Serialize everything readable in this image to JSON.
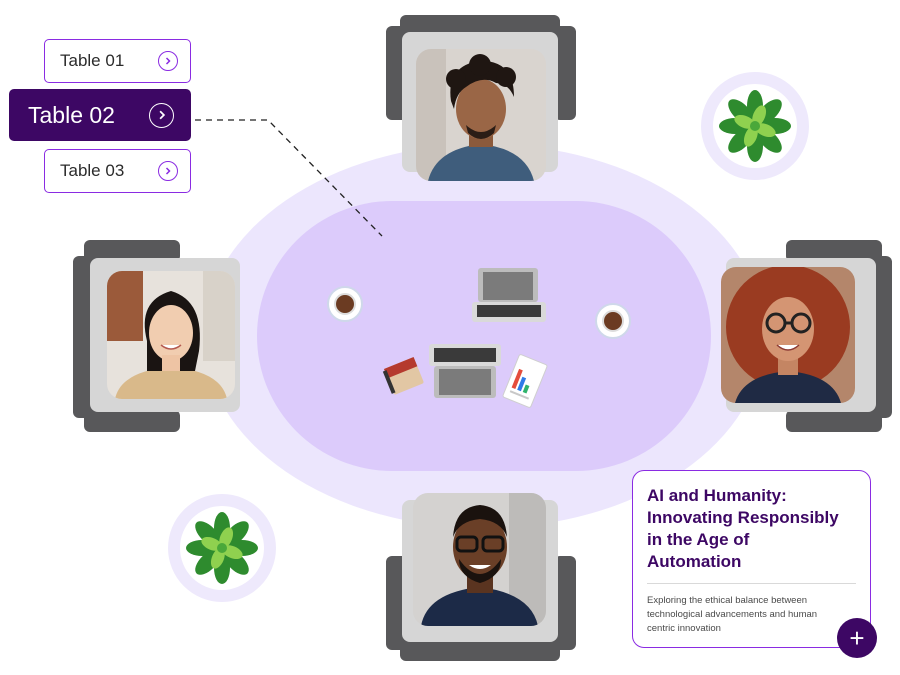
{
  "tables": [
    {
      "label": "Table 01",
      "active": false
    },
    {
      "label": "Table 02",
      "active": true
    },
    {
      "label": "Table 03",
      "active": false
    }
  ],
  "card": {
    "title": "AI and Humanity: Innovating Responsibly in the Age of Automation",
    "description": "Exploring the ethical balance between technological advancements and human centric innovation",
    "add_label": "+"
  },
  "colors": {
    "accent": "#8a2be2",
    "dark_purple": "#3d0764",
    "table_outer": "#ebe4fd",
    "table_inner": "#dccbfb",
    "chair": "#58585a",
    "chair_seat": "#d6d6d6"
  },
  "icons": [
    "chevron-right-icon",
    "plus-icon",
    "plant-icon",
    "coffee-cup-icon",
    "laptop-icon",
    "notebook-icon",
    "report-icon"
  ]
}
